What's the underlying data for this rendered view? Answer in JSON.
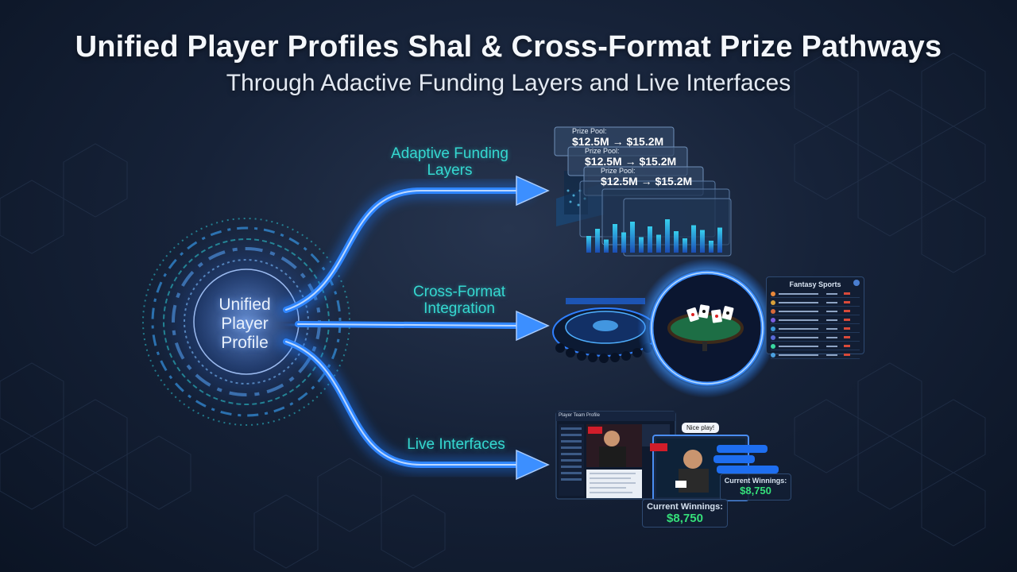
{
  "header": {
    "title": "Unified Player Profiles Shal & Cross-Format Prize Pathways",
    "subtitle": "Through Adactive Funding Layers and Live Interfaces"
  },
  "hub": {
    "label": "Unified Player Profile"
  },
  "paths": [
    {
      "label": "Adaptive Funding Layers"
    },
    {
      "label": "Cross-Format Integration"
    },
    {
      "label": "Live Interfaces"
    }
  ],
  "funding_cards": [
    {
      "label": "Prize Pool:",
      "value": "$12.5M → $15.2M"
    },
    {
      "label": "Prize Pool:",
      "value": "$12.5M → $15.2M"
    },
    {
      "label": "Prize Pool:",
      "value": "$12.5M → $15.2M"
    }
  ],
  "fantasy_panel": {
    "title": "Fantasy Sports"
  },
  "live_panel": {
    "title": "Player Team Profile",
    "bubble_top": "Nice play!",
    "current_winnings_label": "Current Winnings:",
    "current_winnings_value": "$8,750",
    "current_winnings_label_2": "Current Winnings:",
    "current_winnings_value_2": "$8,750"
  },
  "colors": {
    "accent_blue": "#1f7bff",
    "accent_teal": "#35d8d0",
    "winnings_green": "#35e07a"
  }
}
